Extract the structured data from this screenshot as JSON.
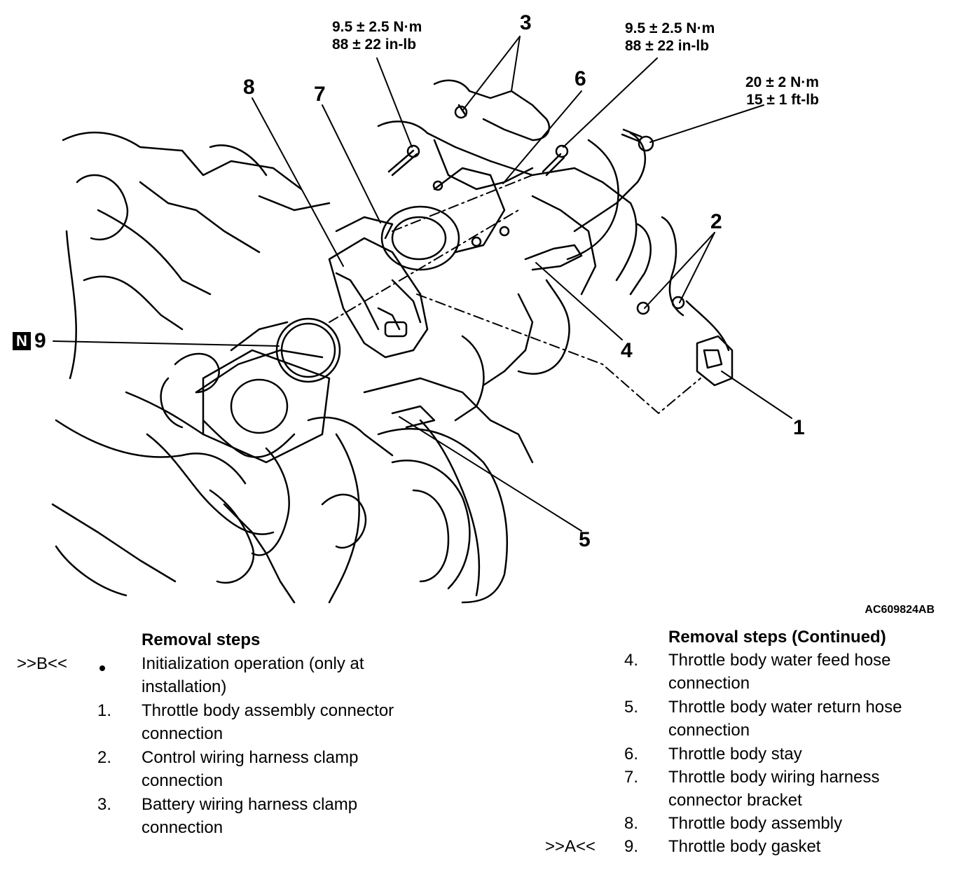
{
  "callouts": {
    "c1": "1",
    "c2": "2",
    "c3": "3",
    "c4": "4",
    "c5": "5",
    "c6": "6",
    "c7": "7",
    "c8": "8",
    "c9": "9",
    "new_part_marker": "N"
  },
  "torques": {
    "left_top": "9.5 ± 2.5 N·m\n88 ± 22 in-lb",
    "mid_top": "9.5 ± 2.5 N·m\n88 ± 22 in-lb",
    "right": "20 ± 2 N·m\n15 ± 1 ft-lb"
  },
  "figure_id": "AC609824AB",
  "left_column": {
    "heading": "Removal steps",
    "ref_b": ">>B<<",
    "items": [
      {
        "num": "",
        "text": "Initialization operation (only at\ninstallation)"
      },
      {
        "num": "1.",
        "text": "Throttle body assembly connector\nconnection"
      },
      {
        "num": "2.",
        "text": "Control wiring harness clamp\nconnection"
      },
      {
        "num": "3.",
        "text": "Battery wiring harness clamp\nconnection"
      }
    ]
  },
  "right_column": {
    "heading": "Removal steps (Continued)",
    "ref_a": ">>A<<",
    "items": [
      {
        "num": "4.",
        "text": "Throttle body water feed hose\nconnection"
      },
      {
        "num": "5.",
        "text": "Throttle body water return hose\nconnection"
      },
      {
        "num": "6.",
        "text": "Throttle body stay"
      },
      {
        "num": "7.",
        "text": "Throttle body wiring harness\nconnector bracket"
      },
      {
        "num": "8.",
        "text": "Throttle body assembly"
      },
      {
        "num": "9.",
        "text": "Throttle body gasket"
      }
    ]
  }
}
